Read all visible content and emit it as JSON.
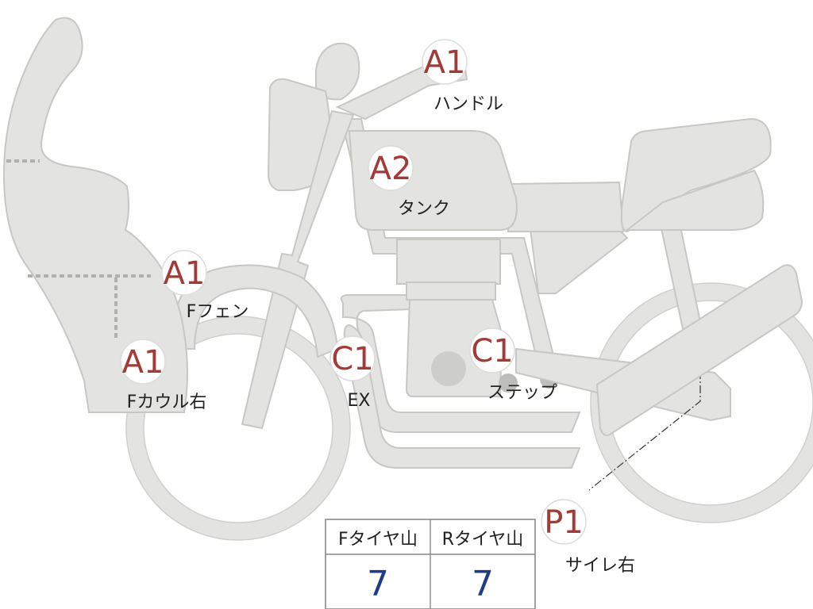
{
  "markers": [
    {
      "id": "handle",
      "code": "A1",
      "label": "ハンドル"
    },
    {
      "id": "tank",
      "code": "A2",
      "label": "タンク"
    },
    {
      "id": "front-fender",
      "code": "A1",
      "label": "Fフェン"
    },
    {
      "id": "front-cowl-right",
      "code": "A1",
      "label": "Fカウル右"
    },
    {
      "id": "exhaust",
      "code": "C1",
      "label": "EX"
    },
    {
      "id": "step",
      "code": "C1",
      "label": "ステップ"
    },
    {
      "id": "silencer-right",
      "code": "P1",
      "label": "サイレ右"
    }
  ],
  "tire_table": {
    "headers": [
      "Fタイヤ山",
      "Rタイヤ山"
    ],
    "values": [
      "7",
      "7"
    ]
  },
  "colors": {
    "body": "#e3e3e1",
    "code": "#a33a36",
    "value": "#1f3c88"
  }
}
